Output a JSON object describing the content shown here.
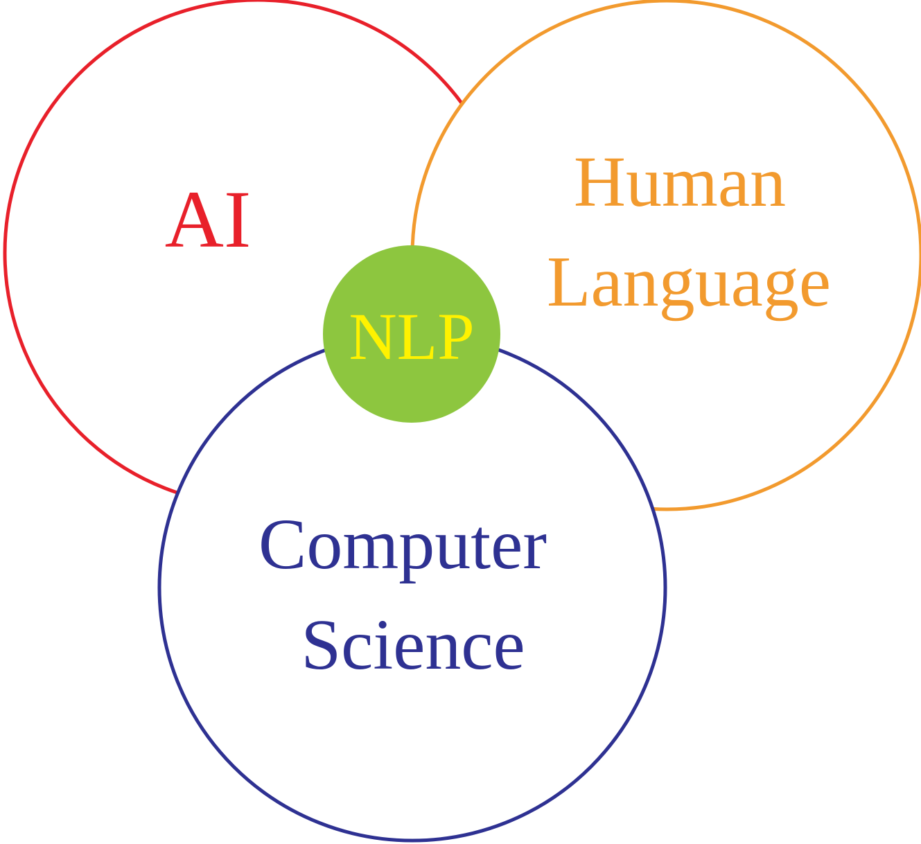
{
  "diagram": {
    "circles": [
      {
        "id": "ai",
        "label_lines": [
          "AI"
        ],
        "color": "#e8202a"
      },
      {
        "id": "human-language",
        "label_lines": [
          "Human",
          "Language"
        ],
        "color": "#f29a2e"
      },
      {
        "id": "computer-science",
        "label_lines": [
          "Computer",
          "Science"
        ],
        "color": "#2e3192"
      }
    ],
    "center": {
      "label": "NLP",
      "fill": "#8dc63f",
      "text_color": "#fff200"
    }
  }
}
